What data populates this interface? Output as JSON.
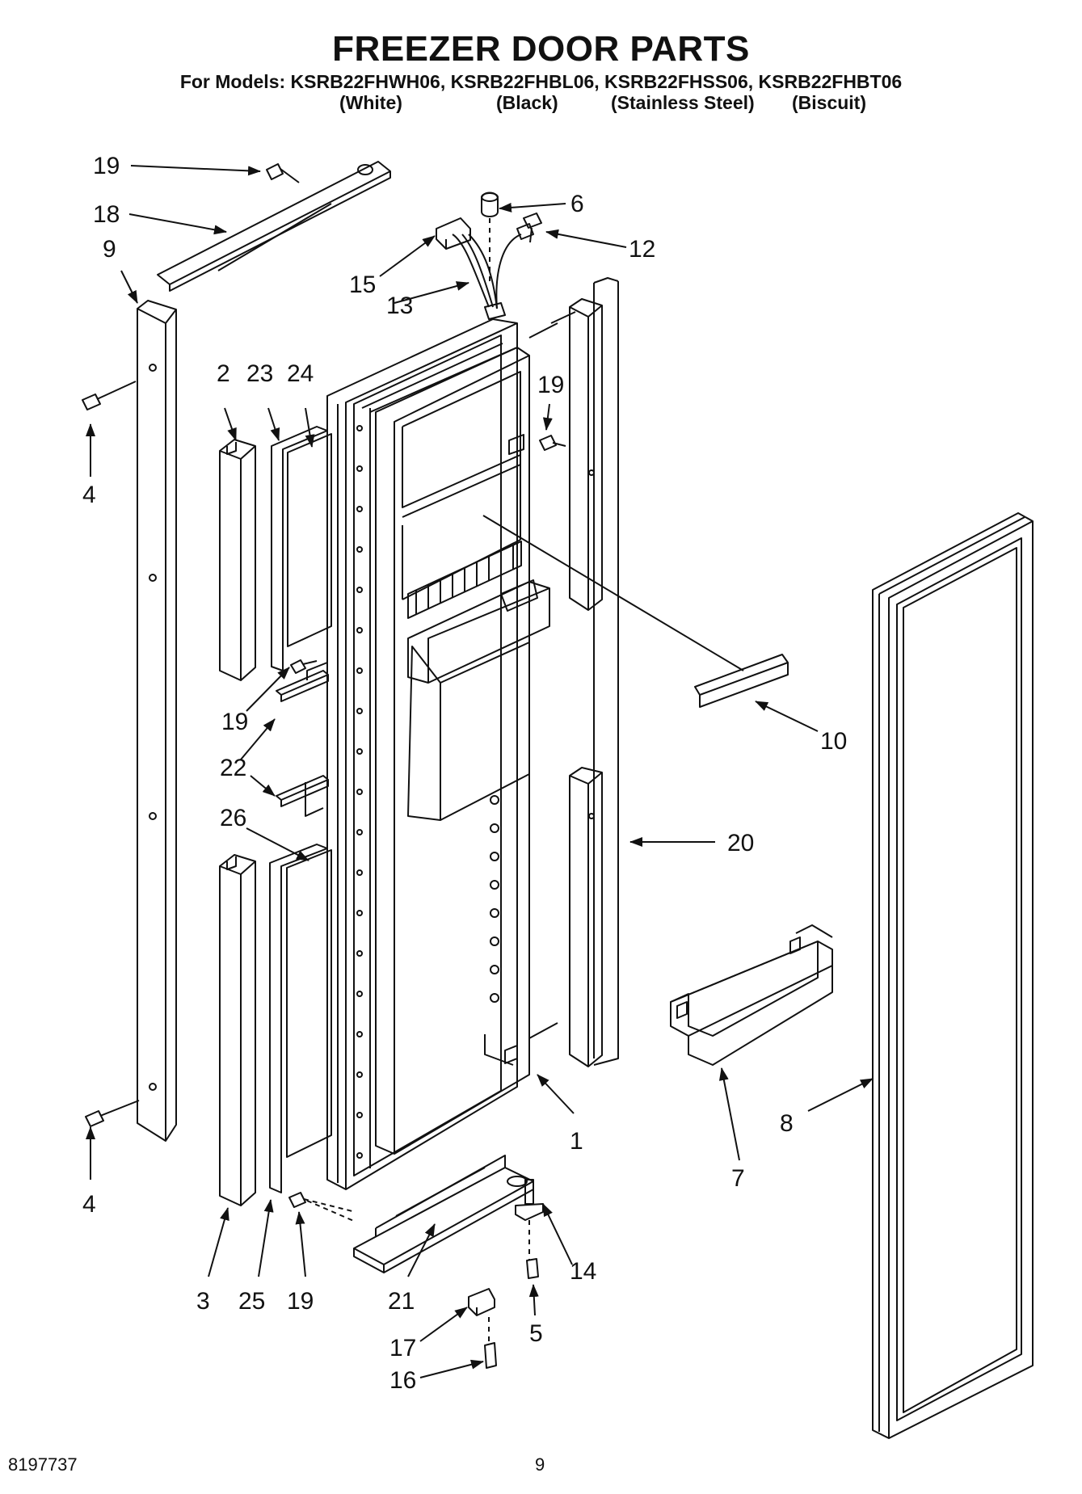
{
  "header": {
    "title": "FREEZER DOOR PARTS",
    "models": "For Models: KSRB22FHWH06, KSRB22FHBL06, KSRB22FHSS06, KSRB22FHBT06",
    "finishes": [
      "(White)",
      "(Black)",
      "(Stainless Steel)",
      "(Biscuit)"
    ]
  },
  "callouts": {
    "c19a": "19",
    "c18": "18",
    "c9": "9",
    "c6": "6",
    "c12": "12",
    "c15": "15",
    "c13": "13",
    "c2": "2",
    "c23": "23",
    "c24": "24",
    "c19b": "19",
    "c4a": "4",
    "c19c": "19",
    "c22": "22",
    "c10": "10",
    "c26": "26",
    "c20": "20",
    "c1": "1",
    "c8": "8",
    "c7": "7",
    "c4b": "4",
    "c14": "14",
    "c3": "3",
    "c25": "25",
    "c19d": "19",
    "c21": "21",
    "c5": "5",
    "c17": "17",
    "c16": "16"
  },
  "footer": {
    "doc_number": "8197737",
    "page_number": "9"
  }
}
